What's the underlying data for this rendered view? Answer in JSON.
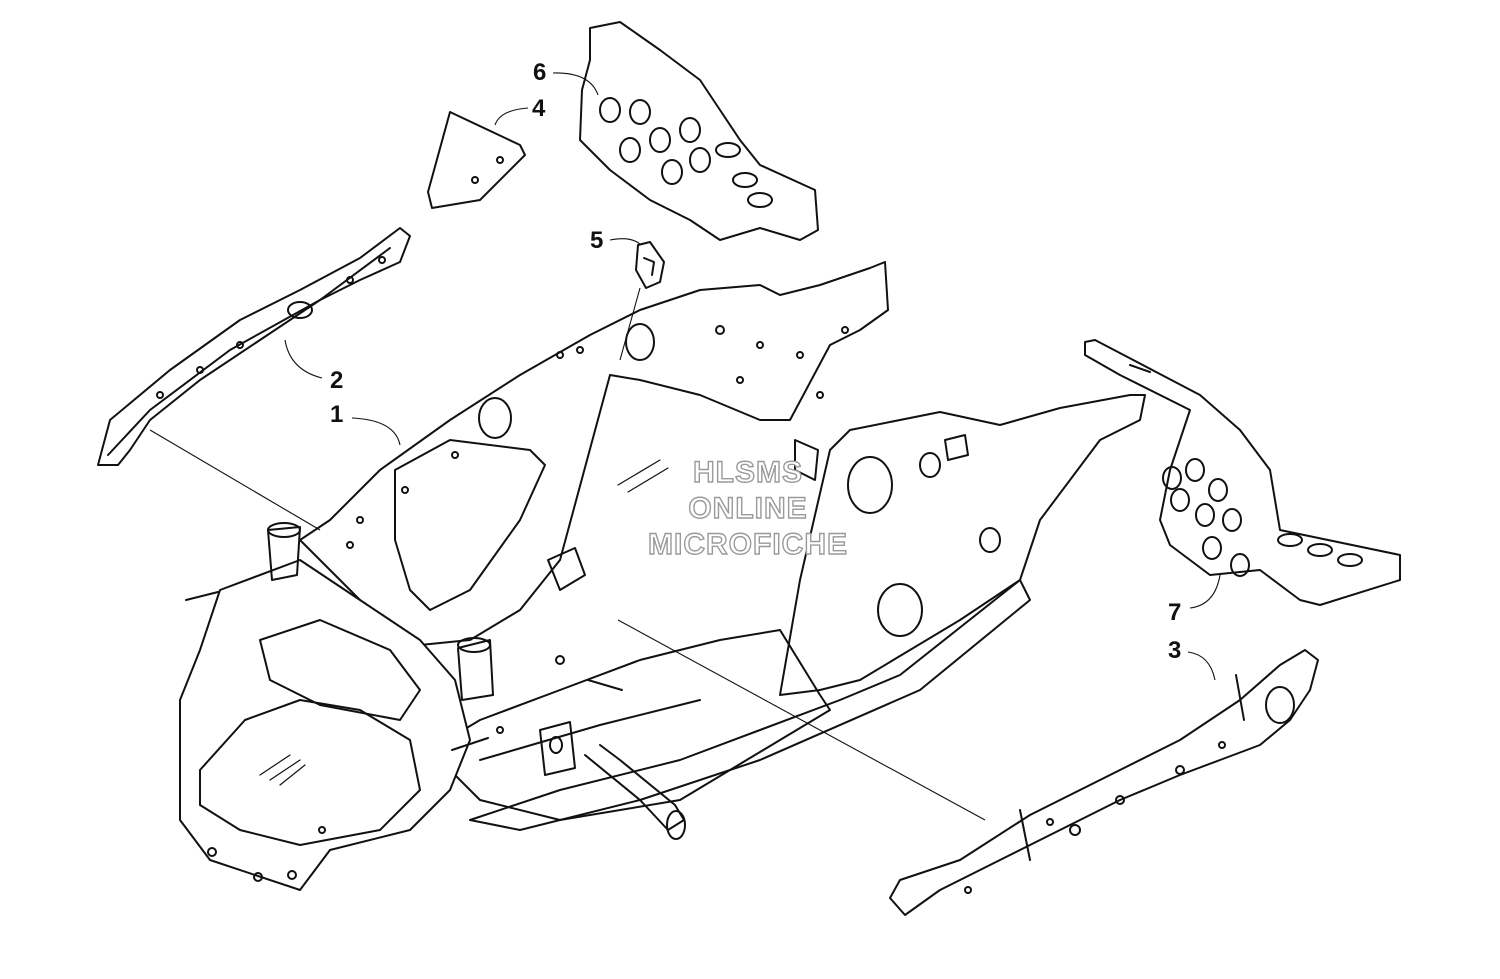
{
  "callouts": {
    "c1": "1",
    "c2": "2",
    "c3": "3",
    "c4": "4",
    "c5": "5",
    "c6": "6",
    "c7": "7"
  },
  "watermark": {
    "line1": "HLSMS",
    "line2": "ONLINE",
    "line3": "MICROFICHE"
  },
  "colors": {
    "line": "#111111",
    "watermark_outline": "#9a9a9a",
    "background": "#ffffff"
  }
}
